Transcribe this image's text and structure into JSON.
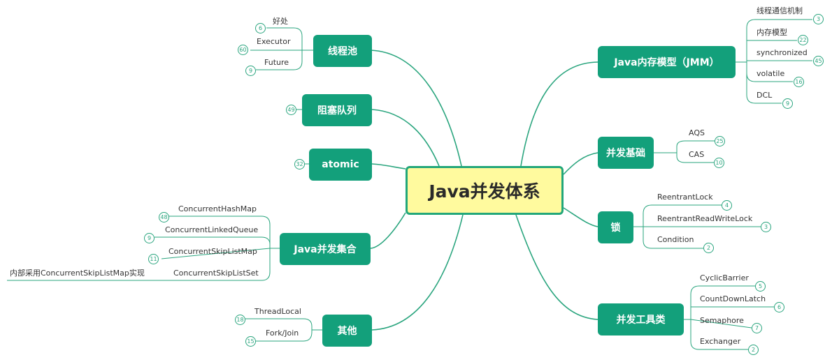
{
  "center": "Java并发体系",
  "colors": {
    "line": "#2aa57e",
    "topic_fill": "#13a07b",
    "center_fill": "#fffa9e",
    "center_border": "#22a77a"
  },
  "left": {
    "thread_pool": {
      "label": "线程池",
      "items": [
        {
          "label": "好处",
          "count": "6"
        },
        {
          "label": "Executor",
          "count": "60"
        },
        {
          "label": "Future",
          "count": "9"
        }
      ]
    },
    "blocking_queue": {
      "label": "阻塞队列",
      "count": "49"
    },
    "atomic": {
      "label": "atomic",
      "count": "32"
    },
    "collections": {
      "label": "Java并发集合",
      "items": [
        {
          "label": "ConcurrentHashMap",
          "count": "48"
        },
        {
          "label": "ConcurrentLinkedQueue",
          "count": "9"
        },
        {
          "label": "ConcurrentSkipListMap",
          "count": "11"
        },
        {
          "label": "ConcurrentSkipListSet"
        }
      ],
      "note": "内部采用ConcurrentSkipListMap实现"
    },
    "other": {
      "label": "其他",
      "items": [
        {
          "label": "ThreadLocal",
          "count": "18"
        },
        {
          "label": "Fork/Join",
          "count": "15"
        }
      ]
    }
  },
  "right": {
    "jmm": {
      "label": "Java内存模型（JMM）",
      "items": [
        {
          "label": "线程通信机制",
          "count": "3"
        },
        {
          "label": "内存模型",
          "count": "22"
        },
        {
          "label": "synchronized",
          "count": "45"
        },
        {
          "label": "volatile",
          "count": "16"
        },
        {
          "label": "DCL",
          "count": "9"
        }
      ]
    },
    "basics": {
      "label": "并发基础",
      "items": [
        {
          "label": "AQS",
          "count": "25"
        },
        {
          "label": "CAS",
          "count": "10"
        }
      ]
    },
    "lock": {
      "label": "锁",
      "items": [
        {
          "label": "ReentrantLock",
          "count": "4"
        },
        {
          "label": "ReentrantReadWriteLock",
          "count": "3"
        },
        {
          "label": "Condition",
          "count": "2"
        }
      ]
    },
    "tools": {
      "label": "并发工具类",
      "items": [
        {
          "label": "CyclicBarrier",
          "count": "5"
        },
        {
          "label": "CountDownLatch",
          "count": "6"
        },
        {
          "label": "Semaphore",
          "count": "7"
        },
        {
          "label": "Exchanger",
          "count": "2"
        }
      ]
    }
  }
}
